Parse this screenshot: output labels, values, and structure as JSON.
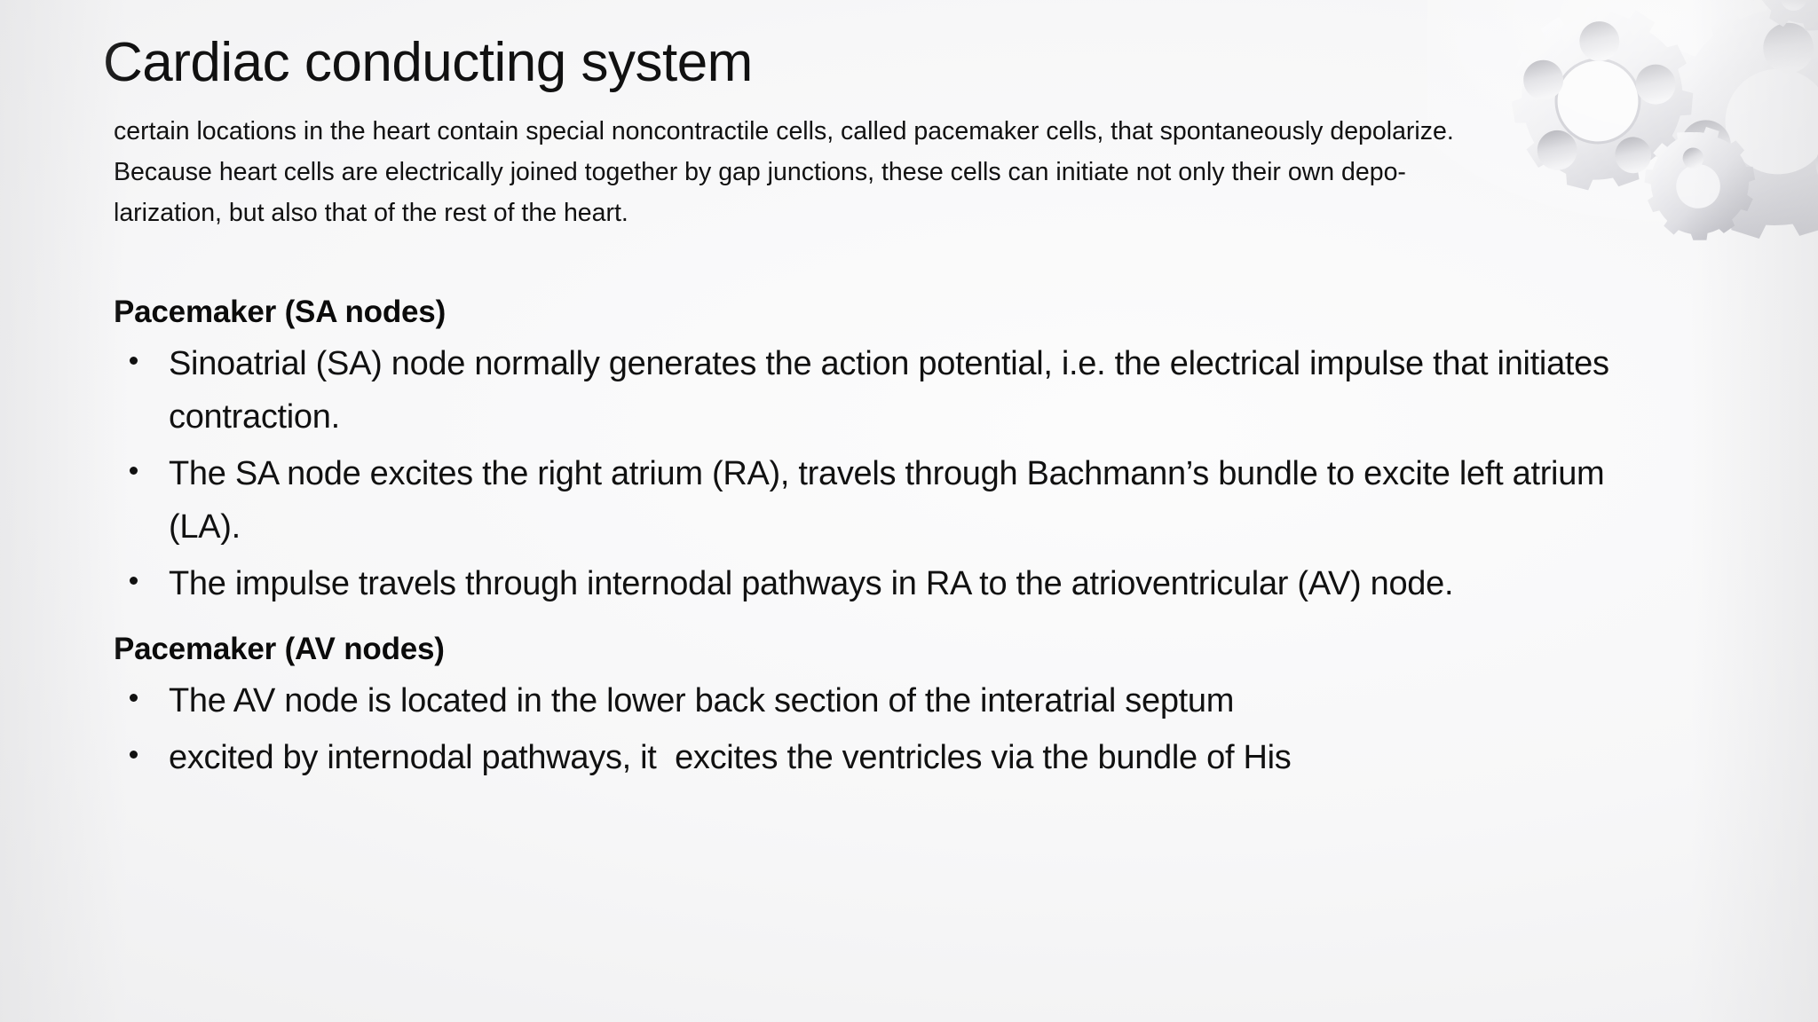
{
  "slide": {
    "title": "Cardiac conducting system",
    "background_color": "#f5f5f6",
    "text_color": "#111111",
    "intro_paragraph": "certain locations in the heart contain special noncontractile cells, called pacemaker cells, that spontaneously depolarize. Because heart cells are electrically joined together by gap junctions, these cells can initiate not only their own depo- larization, but also that of the rest of the heart.",
    "sections": [
      {
        "heading": "Pacemaker (SA nodes)",
        "bullets": [
          "Sinoatrial (SA) node normally generates the action potential, i.e. the electrical impulse that initiates contraction.",
          "The SA node excites the right atrium (RA), travels through Bachmann’s bundle to excite left atrium (LA).",
          "The impulse travels through internodal pathways in RA to the atrioventricular (AV) node."
        ]
      },
      {
        "heading": "Pacemaker (AV nodes)",
        "bullets": [
          "The AV node is located in the lower back section of the interatrial septum",
          "excited by internodal pathways, it  excites the ventricles via the bundle of His"
        ]
      }
    ],
    "decoration": {
      "name": "gears-graphic",
      "description": "3D grey interlocking gears illustration in top-right corner",
      "colors": [
        "#ffffff",
        "#e3e3e6",
        "#c9c9ce",
        "#a9a9b0",
        "#8e8e96"
      ]
    }
  }
}
